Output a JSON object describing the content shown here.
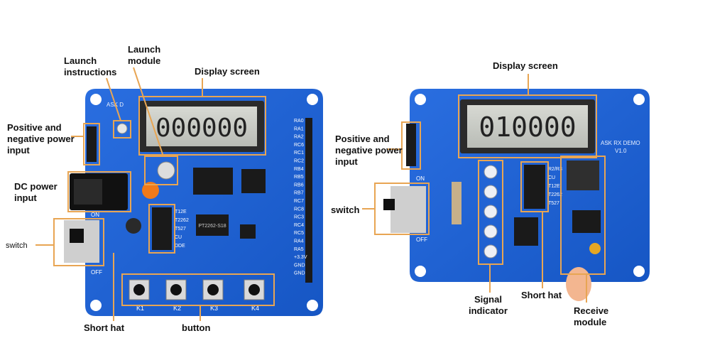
{
  "left_board": {
    "labels": {
      "launch_instructions": "Launch\ninstructions",
      "launch_module": "Launch\nmodule",
      "display_screen": "Display screen",
      "power_pins": "Positive and\nnegative power\ninput",
      "dc_power": "DC power\ninput",
      "switch": "switch",
      "short_hat": "Short hat",
      "button": "button"
    },
    "lcd_value": "000000",
    "switch_on": "ON",
    "switch_off": "OFF",
    "buttons": [
      "K1",
      "K2",
      "K3",
      "K4"
    ],
    "pin_labels": [
      "RA0",
      "RA1",
      "RA2",
      "RC6",
      "RC1",
      "RC2",
      "RB4",
      "RB5",
      "RB6",
      "RB7",
      "RC7",
      "RC8",
      "RC3",
      "RC4",
      "RC5",
      "RA4",
      "RA5",
      "+3.3V",
      "GND",
      "GND"
    ],
    "jumper_labels": [
      "T12E",
      "T2262",
      "T527",
      "CU",
      "DDE"
    ],
    "chip_text": "PT2262-S18",
    "silkscreen": "ASK D"
  },
  "right_board": {
    "labels": {
      "display_screen": "Display screen",
      "power_pins": "Positive and\nnegative power\ninput",
      "switch": "switch",
      "signal_indicator": "Signal\nindicator",
      "short_hat": "Short hat",
      "receive_module": "Receive\nmodule"
    },
    "lcd_value": "010000",
    "switch_on": "ON",
    "switch_off": "OFF",
    "title_silkscreen": "ASK RX DEMO",
    "version": "V1.0",
    "jumper_labels": [
      "R2/R3",
      "CU",
      "T12E",
      "T2262",
      "T527"
    ]
  },
  "colors": {
    "pcb": "#1d63d6",
    "pcb_edge": "#174fb0",
    "callout": "#e8a553",
    "lcd": "#c9ccc6"
  }
}
